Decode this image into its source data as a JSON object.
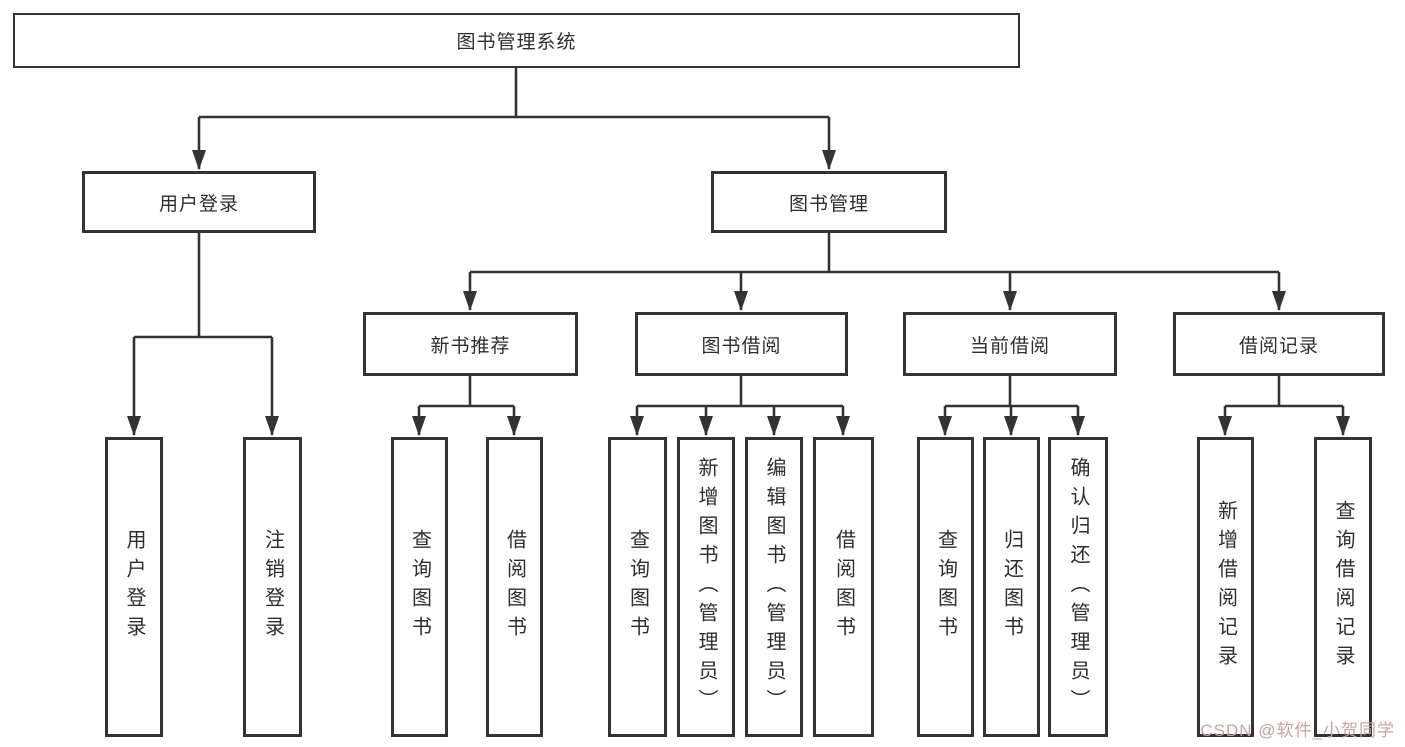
{
  "diagram": {
    "root": {
      "label": "图书管理系统"
    },
    "level2": [
      {
        "label": "用户登录"
      },
      {
        "label": "图书管理"
      }
    ],
    "level3": [
      {
        "label": "新书推荐"
      },
      {
        "label": "图书借阅"
      },
      {
        "label": "当前借阅"
      },
      {
        "label": "借阅记录"
      }
    ],
    "leaves": {
      "user_login": [
        {
          "label": "用户登录"
        },
        {
          "label": "注销登录"
        }
      ],
      "new_book": [
        {
          "label": "查询图书"
        },
        {
          "label": "借阅图书"
        }
      ],
      "book_borrow": [
        {
          "label": "查询图书"
        },
        {
          "label": "新增图书（管理员）"
        },
        {
          "label": "编辑图书（管理员）"
        },
        {
          "label": "借阅图书"
        }
      ],
      "current_borrow": [
        {
          "label": "查询图书"
        },
        {
          "label": "归还图书"
        },
        {
          "label": "确认归还（管理员）"
        }
      ],
      "borrow_record": [
        {
          "label": "新增借阅记录"
        },
        {
          "label": "查询借阅记录"
        }
      ]
    },
    "watermark": "CSDN @软件_小贺同学",
    "colors": {
      "line": "#333333",
      "background": "#ffffff",
      "watermark": "#c7a3a3"
    }
  }
}
